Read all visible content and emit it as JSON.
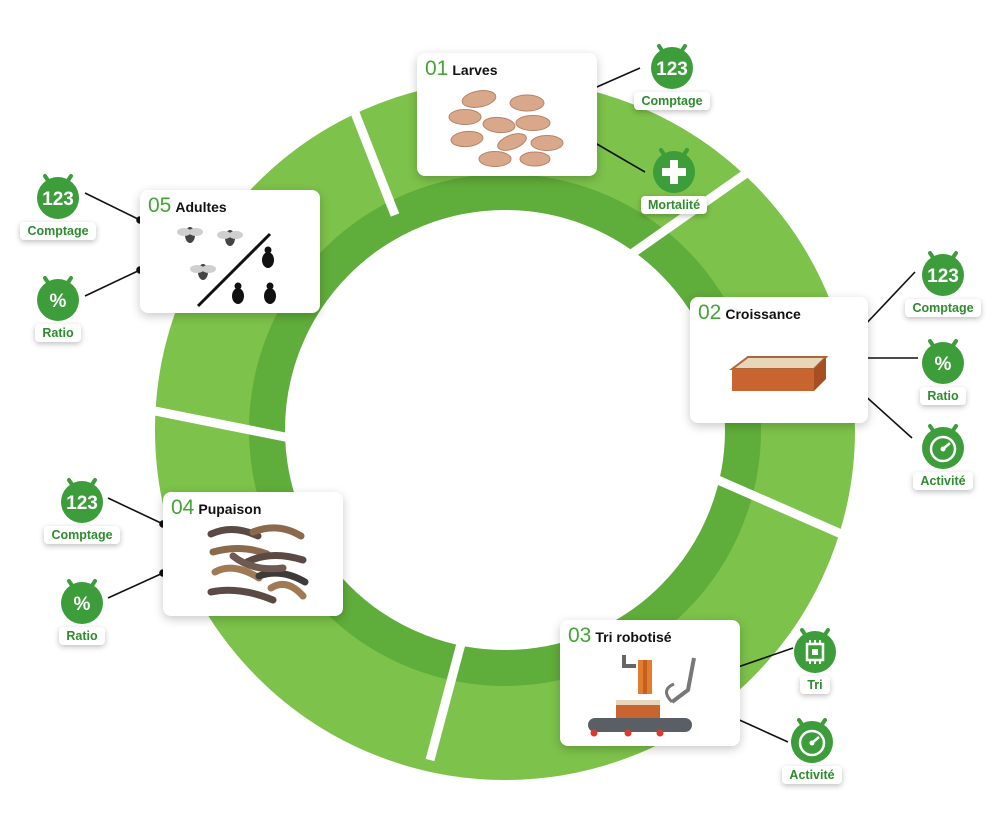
{
  "colors": {
    "ring_light": "#7dc24a",
    "ring_dark": "#5fad3a",
    "badge_green": "#3c9d3a",
    "label_green": "#2e8b2e",
    "number_green": "#43a535"
  },
  "stages": [
    {
      "num": "01",
      "name": "Larves",
      "badges": [
        {
          "label": "Comptage",
          "icon": "counter-123-icon",
          "text": "123"
        },
        {
          "label": "Mortalité",
          "icon": "medical-cross-icon",
          "text": ""
        }
      ]
    },
    {
      "num": "02",
      "name": "Croissance",
      "badges": [
        {
          "label": "Comptage",
          "icon": "counter-123-icon",
          "text": "123"
        },
        {
          "label": "Ratio",
          "icon": "percent-icon",
          "text": "%"
        },
        {
          "label": "Activité",
          "icon": "gauge-icon",
          "text": ""
        }
      ]
    },
    {
      "num": "03",
      "name": "Tri robotisé",
      "badges": [
        {
          "label": "Tri",
          "icon": "chip-icon",
          "text": ""
        },
        {
          "label": "Activité",
          "icon": "gauge-icon",
          "text": ""
        }
      ]
    },
    {
      "num": "04",
      "name": "Pupaison",
      "badges": [
        {
          "label": "Comptage",
          "icon": "counter-123-icon",
          "text": "123"
        },
        {
          "label": "Ratio",
          "icon": "percent-icon",
          "text": "%"
        }
      ]
    },
    {
      "num": "05",
      "name": "Adultes",
      "badges": [
        {
          "label": "Comptage",
          "icon": "counter-123-icon",
          "text": "123"
        },
        {
          "label": "Ratio",
          "icon": "percent-icon",
          "text": "%"
        }
      ]
    }
  ]
}
